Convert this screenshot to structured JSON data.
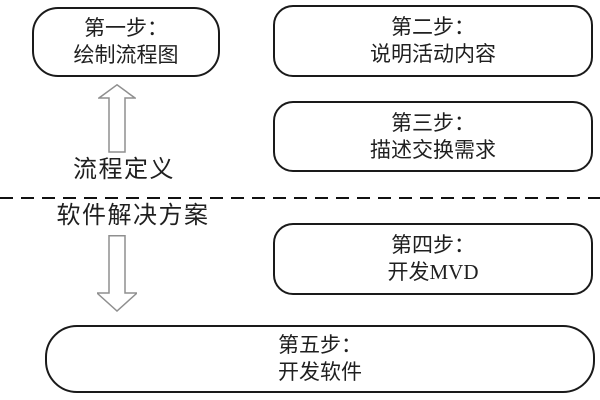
{
  "diagram": {
    "title_implicit": "",
    "boxes": [
      {
        "id": "step1",
        "line1": "第一步：",
        "line2": "绘制流程图"
      },
      {
        "id": "step2",
        "line1": "第二步：",
        "line2": "说明活动内容"
      },
      {
        "id": "step3",
        "line1": "第三步：",
        "line2": "描述交换需求"
      },
      {
        "id": "step4",
        "line1": "第四步：",
        "line2": "开发MVD"
      },
      {
        "id": "step5",
        "line1": "第五步：",
        "line2": "开发软件"
      }
    ],
    "labels": {
      "above_divider": "流程定义",
      "below_divider": "软件解决方案"
    },
    "icons": {
      "up_arrow": "hollow-up-arrow",
      "down_arrow": "hollow-down-arrow"
    },
    "colors": {
      "background": "#ffffff",
      "box_border": "#1a1a1a",
      "text": "#1f1f1f",
      "divider": "#111111",
      "arrow_outline": "#8f8f8f",
      "arrow_fill": "#ffffff"
    }
  }
}
